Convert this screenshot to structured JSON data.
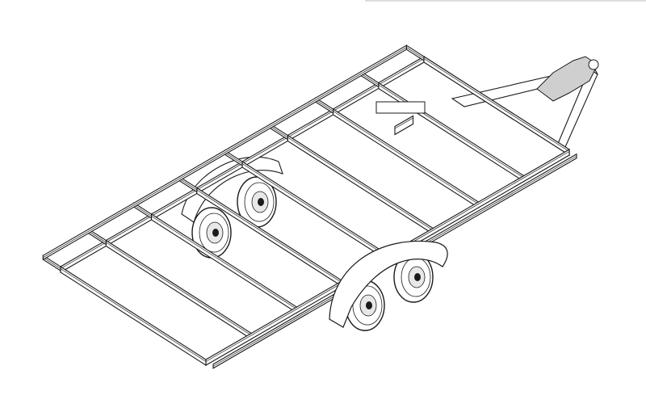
{
  "drawing": {
    "subject": "trailer-frame",
    "line_color": "#1a1a1a",
    "fill_color": "#ffffff",
    "background": "#ffffff",
    "crossmember_count": 9,
    "axle_count": 2
  }
}
